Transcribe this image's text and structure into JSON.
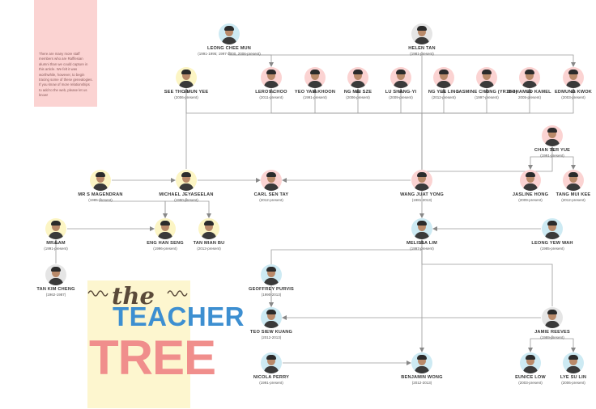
{
  "note": {
    "text": "There are many more staff members who are Rafflesian alumni than we could capture in this article. We felt it was worthwhile, however, to begin tracing some of these genealogies. If you know of more relationships to add to the web, please let us know!"
  },
  "title": {
    "the": "the",
    "teacher": "TEACHER",
    "tree": "TREE"
  },
  "colors": {
    "pink": "#fbd3d2",
    "yellow": "#fcf5c4",
    "blue": "#cdeaf3",
    "gray": "#e5e5e5",
    "line": "#999999"
  },
  "people": [
    {
      "id": "leong",
      "name": "LEONG CHEE MUN",
      "years": "(1991-1995; 1997-2000, 2006-present)",
      "color": "blue"
    },
    {
      "id": "helen",
      "name": "HELEN TAN",
      "years": "(1981-present)",
      "color": "gray"
    },
    {
      "id": "see",
      "name": "SEE THO MUN YEE",
      "years": "(2006-present)",
      "color": "yellow"
    },
    {
      "id": "leroy",
      "name": "LEROY CHOO",
      "years": "(2011-present)",
      "color": "pink"
    },
    {
      "id": "yeo",
      "name": "YEO YAM KHOON",
      "years": "(1991-present)",
      "color": "pink"
    },
    {
      "id": "ngmei",
      "name": "NG MEI SZE",
      "years": "(2006-present)",
      "color": "pink"
    },
    {
      "id": "lu",
      "name": "LU SHANG-YI",
      "years": "(2009-present)",
      "color": "pink"
    },
    {
      "id": "ngyee",
      "name": "NG YEE LING",
      "years": "(2012-present)",
      "color": "pink"
    },
    {
      "id": "jasmine",
      "name": "JASMINE CHONG (YR11-4)",
      "years": "(1997-present)",
      "color": "pink"
    },
    {
      "id": "kamel",
      "name": "MOHAMED KAMEL",
      "years": "2005-present)",
      "color": "pink"
    },
    {
      "id": "edmund",
      "name": "EDMUND KWOK",
      "years": "(2003-present)",
      "color": "pink"
    },
    {
      "id": "chan",
      "name": "CHAN TER YUE",
      "years": "(1991-present)",
      "color": "pink"
    },
    {
      "id": "magendran",
      "name": "MR S MAGENDRAN",
      "years": "(1985-present)",
      "color": "yellow"
    },
    {
      "id": "jeyaseelan",
      "name": "MICHAEL JEYASEELAN",
      "years": "(1990-present)",
      "color": "yellow"
    },
    {
      "id": "carl",
      "name": "CARL SEN TAY",
      "years": "(2012-present)",
      "color": "pink"
    },
    {
      "id": "wang",
      "name": "WANG JUAT YONG",
      "years": "(1981-2013)",
      "color": "pink"
    },
    {
      "id": "jasline",
      "name": "JASLINE HONG",
      "years": "(2009-present)",
      "color": "pink"
    },
    {
      "id": "tang",
      "name": "TANG MUI KEE",
      "years": "(2012-present)",
      "color": "pink"
    },
    {
      "id": "lam",
      "name": "MR LAM",
      "years": "(1991-present)",
      "color": "yellow"
    },
    {
      "id": "eng",
      "name": "ENG HAN SENG",
      "years": "(1996-present)",
      "color": "yellow"
    },
    {
      "id": "tanmian",
      "name": "TAN MIAN BU",
      "years": "(2012-present)",
      "color": "yellow"
    },
    {
      "id": "melissa",
      "name": "MELISSA LIM",
      "years": "(1997-present)",
      "color": "blue"
    },
    {
      "id": "leongyew",
      "name": "LEONG YEW WAH",
      "years": "(1985-present)",
      "color": "blue"
    },
    {
      "id": "tankim",
      "name": "TAN KIM CHENG",
      "years": "(1962-1987)",
      "color": "gray"
    },
    {
      "id": "geoffrey",
      "name": "GEOFFREY PURVIS",
      "years": "(1990-2013)",
      "color": "blue"
    },
    {
      "id": "teo",
      "name": "TEO SIEW KUANG",
      "years": "(2012-2013)",
      "color": "blue"
    },
    {
      "id": "jamie",
      "name": "JAMIE REEVES",
      "years": "(1989-present)",
      "color": "gray"
    },
    {
      "id": "nicola",
      "name": "NICOLA PERRY",
      "years": "(1991-present)",
      "color": "blue"
    },
    {
      "id": "benjamin",
      "name": "BENJAMIN WONG",
      "years": "(2012-2013)",
      "color": "blue"
    },
    {
      "id": "eunice",
      "name": "EUNICE LOW",
      "years": "(2003-present)",
      "color": "blue"
    },
    {
      "id": "lye",
      "name": "LYE SU LIN",
      "years": "(2006-present)",
      "color": "blue"
    }
  ],
  "links": [
    [
      "leong",
      "leroy"
    ],
    [
      "leong",
      "melissa"
    ],
    [
      "helen",
      "edmund"
    ],
    [
      "wang",
      "see"
    ],
    [
      "wang",
      "leroy"
    ],
    [
      "wang",
      "yeo"
    ],
    [
      "wang",
      "ngmei"
    ],
    [
      "wang",
      "lu"
    ],
    [
      "wang",
      "ngyee"
    ],
    [
      "wang",
      "jasmine"
    ],
    [
      "wang",
      "kamel"
    ],
    [
      "wang",
      "edmund"
    ],
    [
      "wang",
      "chan"
    ],
    [
      "chan",
      "jasline"
    ],
    [
      "chan",
      "tang"
    ],
    [
      "magendran",
      "jeyaseelan"
    ],
    [
      "magendran",
      "eng"
    ],
    [
      "jeyaseelan",
      "see"
    ],
    [
      "jeyaseelan",
      "carl"
    ],
    [
      "jeyaseelan",
      "eng"
    ],
    [
      "jeyaseelan",
      "tanmian"
    ],
    [
      "wang",
      "carl"
    ],
    [
      "lam",
      "eng"
    ],
    [
      "tankim",
      "lam"
    ],
    [
      "leongyew",
      "melissa"
    ],
    [
      "jamie",
      "melissa"
    ],
    [
      "melissa",
      "benjamin"
    ],
    [
      "jamie",
      "teo"
    ],
    [
      "geoffrey",
      "teo"
    ],
    [
      "melissa",
      "teo"
    ],
    [
      "nicola",
      "benjamin"
    ],
    [
      "jamie",
      "eunice"
    ],
    [
      "jamie",
      "lye"
    ]
  ]
}
